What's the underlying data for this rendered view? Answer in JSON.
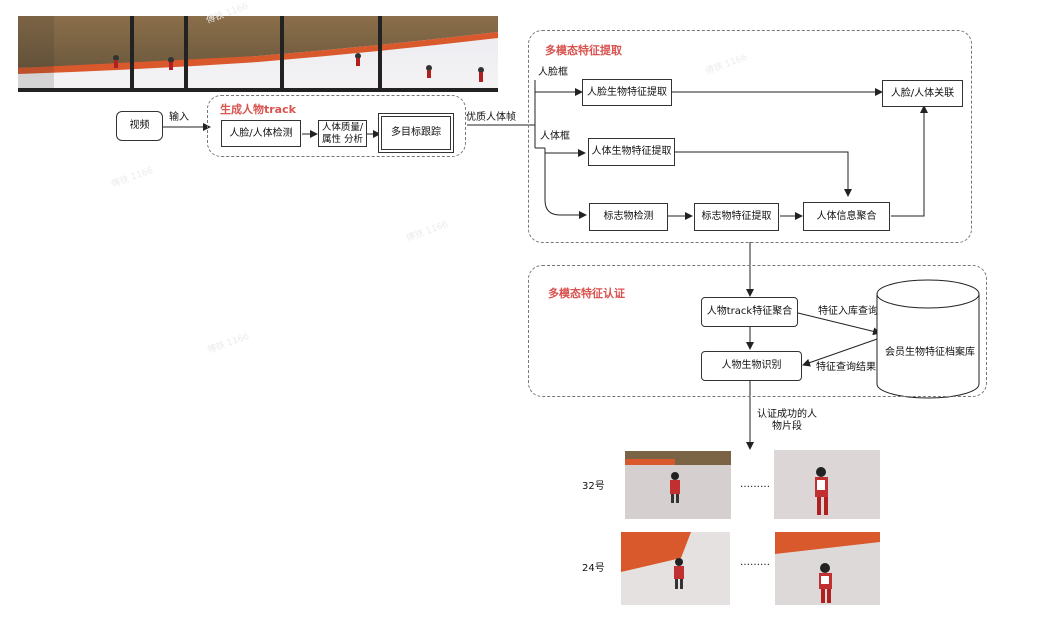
{
  "input_node": "视频",
  "input_edge": "输入",
  "track_group": {
    "title": "生成人物track",
    "detect": "人脸/人体检测",
    "quality": "人体质量/\n属性  分析",
    "tracking": "多目标跟踪"
  },
  "good_frames": "优质人体帧",
  "extract_group": {
    "title": "多模态特征提取",
    "face_box": "人脸框",
    "body_box": "人体框",
    "face_feat": "人脸生物特征提取",
    "body_feat": "人体生物特征提取",
    "face_body_link": "人脸/人体关联",
    "marker_detect": "标志物检测",
    "marker_feat": "标志物特征提取",
    "body_info_agg": "人体信息聚合"
  },
  "auth_group": {
    "title": "多模态特征认证",
    "track_agg": "人物track特征聚合",
    "bio_recog": "人物生物识别",
    "db": "会员生物特征档案库",
    "query": "特征入库查询",
    "result": "特征查询结果"
  },
  "success_label": "认证成功的人\n物片段",
  "result_rows": [
    {
      "label": "32号",
      "ellipsis": "………"
    },
    {
      "label": "24号",
      "ellipsis": "………"
    }
  ],
  "watermark": "傅铁 1166",
  "colors": {
    "accent_red": "#d9534f",
    "line": "#333333"
  }
}
